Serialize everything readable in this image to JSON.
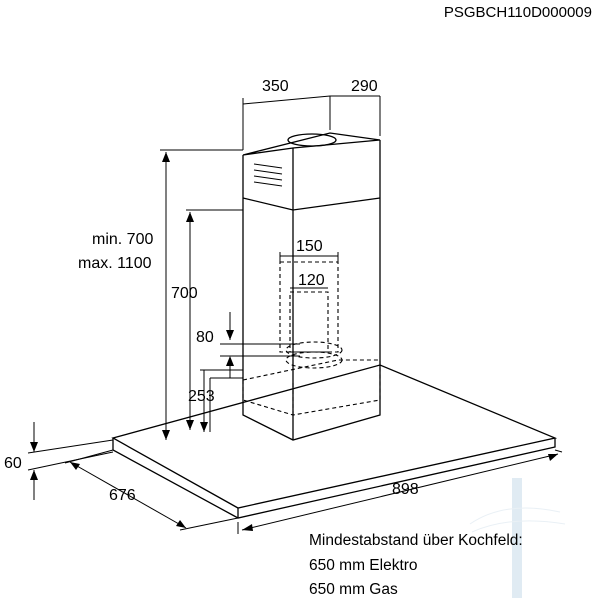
{
  "header": {
    "code": "PSGBCH110D000009"
  },
  "dimensions": {
    "top_depth": "350",
    "top_width": "290",
    "chimney_height_min": "min. 700",
    "chimney_height_max": "max. 1100",
    "inner_height": "700",
    "duct_outer": "150",
    "duct_inner": "120",
    "outlet_offset": "80",
    "canopy_height": "253",
    "plate_thickness": "60",
    "depth": "676",
    "width": "898"
  },
  "notes": {
    "line1": "Mindestabstand über Kochfeld:",
    "line2": "650 mm Elektro",
    "line3": "650 mm Gas"
  },
  "watermark": {
    "text": "vennu"
  },
  "colors": {
    "line": "#000000",
    "background": "#ffffff",
    "watermark": "#c8dcea"
  }
}
